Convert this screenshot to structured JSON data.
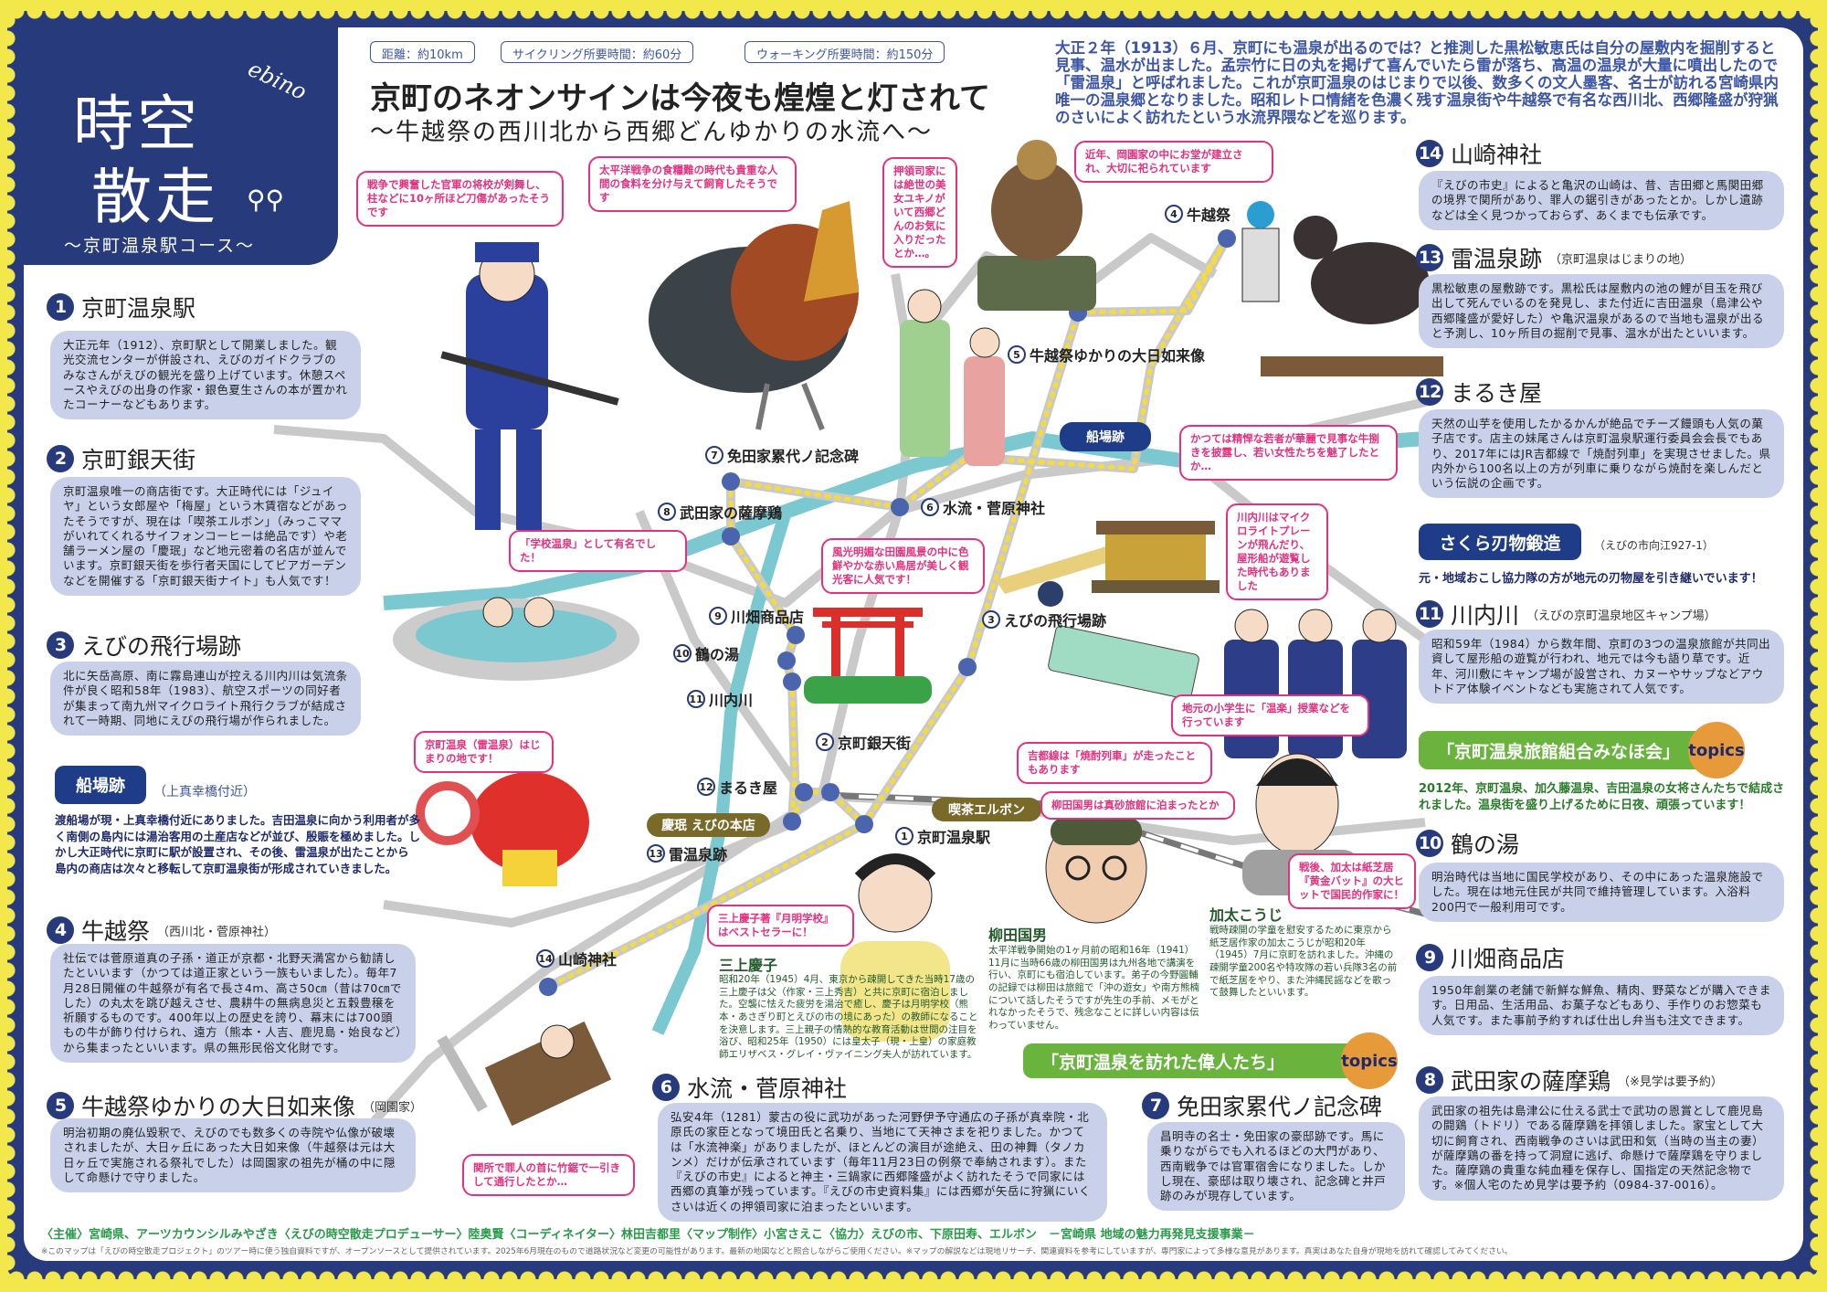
{
  "logo": {
    "brand": "ebino",
    "title_line1": "時空",
    "title_line2": "散走",
    "course": "～京町温泉駅コース～"
  },
  "header": {
    "meta": [
      "距離：約10km",
      "サイクリング所要時間：約60分",
      "ウォーキング所要時間：約150分"
    ],
    "title": "京町のネオンサインは今夜も煌煌と灯されて",
    "subtitle": "～牛越祭の西川北から西郷どんゆかりの水流へ～",
    "intro": "大正２年（1913）６月、京町にも温泉が出るのでは？と推測した黒松敏恵氏は自分の屋敷内を掘削すると見事、温水が出ました。孟宗竹に日の丸を掲げて喜んでいたら雷が落ち、高温の温泉が大量に噴出したので「雷温泉」と呼ばれました。これが京町温泉のはじまりで以後、数多くの文人墨客、名士が訪れる宮崎県内唯一の温泉郷となりました。昭和レトロ情緒を色濃く残す温泉街や牛越祭で有名な西川北、西郷隆盛が狩猟のさいによく訪れたという水流界隈などを巡ります。"
  },
  "spots": [
    {
      "num": "1",
      "title": "京町温泉駅",
      "note": "",
      "text": "大正元年（1912）、京町駅として開業しました。観光交流センターが併設され、えびのガイドクラブのみなさんがえびの観光を盛り上げています。休憩スペースやえびの出身の作家・銀色夏生さんの本が置かれたコーナーなどもあります。"
    },
    {
      "num": "2",
      "title": "京町銀天街",
      "note": "",
      "text": "京町温泉唯一の商店街です。大正時代には「ジュイヤ」という女郎屋や「梅屋」という木賃宿などがあったそうですが、現在は「喫茶エルボン」（みっこママがいれてくれるサイフォンコーヒーは絶品です）や老舗ラーメン屋の「慶珉」など地元密着の名店が並んでいます。京町銀天街を歩行者天国にしてビアガーデンなどを開催する「京町銀天街ナイト」も人気です！"
    },
    {
      "num": "3",
      "title": "えびの飛行場跡",
      "note": "",
      "text": "北に矢岳高原、南に霧島連山が控える川内川は気流条件が良く昭和58年（1983）、航空スポーツの同好者が集まって南九州マイクロライト飛行クラブが結成されて一時期、同地にえびの飛行場が作られました。"
    },
    {
      "num": "4",
      "title": "牛越祭",
      "note": "（西川北・菅原神社）",
      "text": "社伝では菅原道真の子孫・道正が京都・北野天満宮から勧請したといいます（かつては道正家という一族もいました）。毎年7月28日開催の牛越祭が有名で長さ4m、高さ50㎝（昔は70㎝でした）の丸太を跳び越えさせ、農耕牛の無病息災と五穀豊穣を祈願するものです。400年以上の歴史を誇り、幕末には700頭もの牛が飾り付けられ、遠方（熊本・人吉、鹿児島・始良など）から集まったといいます。県の無形民俗文化財です。"
    },
    {
      "num": "5",
      "title": "牛越祭ゆかりの大日如来像",
      "note": "（岡園家）",
      "text": "明治初期の廃仏毀釈で、えびのでも数多くの寺院や仏像が破壊されましたが、大日ヶ丘にあった大日如来像（牛越祭は元は大日ヶ丘で実施される祭礼でした）は岡園家の祖先が桶の中に隠して命懸けで守りました。"
    },
    {
      "num": "6",
      "title": "水流・菅原神社",
      "note": "",
      "text": "弘安4年（1281）蒙古の役に武功があった河野伊予守通広の子孫が真幸院・北原氏の家臣となって境田氏と名乗り、当地にて天神さまを祀りました。かつては「水流神楽」がありましたが、ほとんどの演目が途絶え、田の神舞（タノカンメ）だけが伝承されています（毎年11月23日の例祭で奉納されます）。また『えびの市史』によると神主・三鍋家に西郷隆盛がよく訪れたそうで同家には西郷の真筆が残っています。『えびの市史資料集』には西郷が矢岳に狩猟にいくさいは近くの押領司家に泊まったといいます。"
    },
    {
      "num": "7",
      "title": "免田家累代ノ記念碑",
      "note": "",
      "text": "昌明寺の名士・免田家の豪邸跡です。馬に乗りながらでも入れるほどの大門があり、西南戦争では官軍宿舎になりました。しかし現在、豪邸は取り壊され、記念碑と井戸跡のみが現存しています。"
    },
    {
      "num": "8",
      "title": "武田家の薩摩鶏",
      "note": "（※見学は要予約）",
      "text": "武田家の祖先は島津公に仕える武士で武功の恩賞として鹿児島の闘鶏（トドリ）である薩摩鶏を拝領しました。家宝として大切に飼育され、西南戦争のさいは武田和気（当時の当主の妻）が薩摩鶏の番を持って洞窟に逃げ、命懸けで薩摩鶏を守りました。薩摩鶏の貴重な純血種を保存し、国指定の天然記念物です。※個人宅のため見学は要予約（0984-37-0016）。"
    },
    {
      "num": "9",
      "title": "川畑商品店",
      "note": "",
      "text": "1950年創業の老舗で新鮮な鮮魚、精肉、野菜などが購入できます。日用品、生活用品、お菓子などもあり、手作りのお惣菜も人気です。また事前予約すれば仕出し弁当も注文できます。"
    },
    {
      "num": "10",
      "title": "鶴の湯",
      "note": "",
      "text": "明治時代は当地に国民学校があり、その中にあった温泉施設でした。現在は地元住民が共同で維持管理しています。入浴料200円で一般利用可です。"
    },
    {
      "num": "11",
      "title": "川内川",
      "note": "（えびの京町温泉地区キャンプ場）",
      "text": "昭和59年（1984）から数年間、京町の3つの温泉旅館が共同出資して屋形船の遊覧が行われ、地元では今も語り草です。近年、河川敷にキャンプ場が設営され、カヌーやサップなどアウトドア体験イベントなども実施されて人気です。"
    },
    {
      "num": "12",
      "title": "まるき屋",
      "note": "",
      "text": "天然の山芋を使用したかるかんが絶品でチーズ饅頭も人気の菓子店です。店主の妹尾さんは京町温泉駅運行委員会会長でもあり、2017年にはJR吉都線で「焼酎列車」を実現させました。県内外から100名以上の方が列車に乗りながら焼酎を楽しんだという伝説の企画です。"
    },
    {
      "num": "13",
      "title": "雷温泉跡",
      "note": "（京町温泉はじまりの地）",
      "text": "黒松敏恵の屋敷跡です。黒松氏は屋敷内の池の鯉が目玉を飛び出して死んでいるのを発見し、また付近に吉田温泉（島津公や西郷隆盛が愛好した）や亀沢温泉があるので当地も温泉が出ると予測し、10ヶ所目の掘削で見事、温水が出たといいます。"
    },
    {
      "num": "14",
      "title": "山崎神社",
      "note": "",
      "text": "『えびの市史』によると亀沢の山崎は、昔、吉田郷と馬関田郷の境界で関所があり、罪人の鋸引きがあったとか。しかし遺跡などは全く見つかっておらず、あくまでも伝承です。"
    }
  ],
  "funaba": {
    "label": "船場跡",
    "note": "（上真幸橋付近）",
    "text": "渡船場が現・上真幸橋付近にありました。吉田温泉に向かう利用者が多く南側の島内には湯治客用の土産店などが並び、殷賑を極めました。しかし大正時代に京町に駅が設置され、その後、雷温泉が出たことから島内の商店は次々と移転して京町温泉街が形成されていきました。"
  },
  "sakura": {
    "label": "さくら刃物鍛造",
    "note": "（えびの市向江927-1）",
    "text": "元・地域おこし協力隊の方が地元の刃物屋を引き継いでいます！"
  },
  "topics": {
    "badge": "topics",
    "minahokai": {
      "label": "「京町温泉旅館組合みなほ会」",
      "text": "2012年、京町温泉、加久藤温泉、吉田温泉の女将さんたちで結成されました。温泉街を盛り上げるために日夜、頑張っています！"
    },
    "people": {
      "label": "「京町温泉を訪れた偉人たち」"
    }
  },
  "people": [
    {
      "name": "三上慶子",
      "text": "昭和20年（1945）4月、東京から疎開してきた当時17歳の三上慶子は父（作家・三上秀吉）と共に京町に宿泊しました。空襲に怯えた疲労を湯治で癒し、慶子は月明学校（熊本・あさぎり町とえびの市の境にあった）の教師になることを決意します。三上親子の情熱的な教育活動は世間の注目を浴び、昭和25年（1950）には皇太子（現・上皇）の家庭教師エリザベス・グレイ・ヴァイニング夫人が訪れています。"
    },
    {
      "name": "柳田国男",
      "text": "太平洋戦争開始の1ヶ月前の昭和16年（1941）11月に当時66歳の柳田国男は九州各地で講演を行い、京町にも宿泊しています。弟子の今野圓輔の記録では柳田は旅館で「沖の遊女」や南方熊楠について話したそうですが先生の手前、メモがとれなかったそうで、残念なことに詳しい内容は伝わっていません。"
    },
    {
      "name": "加太こうじ",
      "text": "戦時疎開の学童を慰安するために東京から紙芝居作家の加太こうじが昭和20年（1945）7月に京町を訪れました。沖縄の疎開学童200名や特攻隊の若い兵隊3名の前で紙芝居をやり、また沖縄民謡などを歌って鼓舞したといいます。"
    }
  ],
  "map": {
    "labels": [
      {
        "num": "4",
        "text": "牛越祭"
      },
      {
        "num": "5",
        "text": "牛越祭ゆかりの大日如来像"
      },
      {
        "num": "7",
        "text": "免田家累代ノ記念碑"
      },
      {
        "num": "8",
        "text": "武田家の薩摩鶏"
      },
      {
        "num": "6",
        "text": "水流・菅原神社"
      },
      {
        "num": "9",
        "text": "川畑商品店"
      },
      {
        "num": "10",
        "text": "鶴の湯"
      },
      {
        "num": "11",
        "text": "川内川"
      },
      {
        "num": "3",
        "text": "えびの飛行場跡"
      },
      {
        "num": "2",
        "text": "京町銀天街"
      },
      {
        "num": "12",
        "text": "まるき屋"
      },
      {
        "num": "13",
        "text": "雷温泉跡"
      },
      {
        "num": "1",
        "text": "京町温泉駅"
      },
      {
        "num": "14",
        "text": "山崎神社"
      }
    ],
    "badges": [
      "船場跡",
      "慶珉 えびの本店",
      "喫茶エルボン"
    ],
    "bubbles": [
      "戦争で興奮した官軍の将校が剣舞し、柱などに10ヶ所ほど刀傷があったそうです",
      "太平洋戦争の食糧難の時代も貴重な人間の食料を分け与えて飼育したそうです",
      "押領司家には絶世の美女ユキノがいて西郷どんのお気に入りだったとか…。",
      "近年、岡園家の中にお堂が建立され、大切に祀られています",
      "かつては精悍な若者が華麗で見事な牛捌きを披露し、若い女性たちを魅了したとか…",
      "「学校温泉」として有名でした！",
      "風光明媚な田園風景の中に色鮮やかな赤い鳥居が美しく観光客に人気です！",
      "川内川はマイクロライトプレーンが飛んだり、屋形船が遊覧した時代もありました",
      "地元の小学生に「温楽」授業などを行っています",
      "吉都線は「焼酎列車」が走ったこともあります",
      "柳田国男は真砂旅館に泊まったとか",
      "京町温泉（雷温泉）はじまりの地です！",
      "戦後、加太は紙芝居『黄金バット』の大ヒットで国民的作家に！",
      "三上慶子著『月明学校』はベストセラーに！",
      "関所で罪人の首に竹鋸で一引きして通行したとか…"
    ]
  },
  "footer": {
    "credits": "〈主催〉宮崎県、アーツカウンシルみやざき〈えびの時空散走プロデューサー〉陸奥賢〈コーディネイター〉林田吉都里〈マップ制作〉小宮さえこ〈協力〉えびの市、下原田寿、エルボン　－宮崎県 地域の魅力再発見支援事業－",
    "disclaimer": "※このマップは「えびの時空散走プロジェクト」のツアー時に使う独自資料ですが、オープンソースとして提供されています。2025年6月現在のもので道路状況など変更の可能性があります。最新の地図などと照合しながらご使用ください。※マップの解説などは現地リサーチ、関連資料を参考にしていますが、専門家によって多様な意見があります。真実はあなた自身が現地を訪れて確認してみてください。"
  },
  "colors": {
    "navy": "#263a7c",
    "box": "#c9d0ea",
    "pink": "#e6307f",
    "green": "#6ab43e",
    "orange": "#e69a3a",
    "river": "#7cc8d0",
    "route": "#f5dc3c",
    "border": "#f3e84b"
  }
}
